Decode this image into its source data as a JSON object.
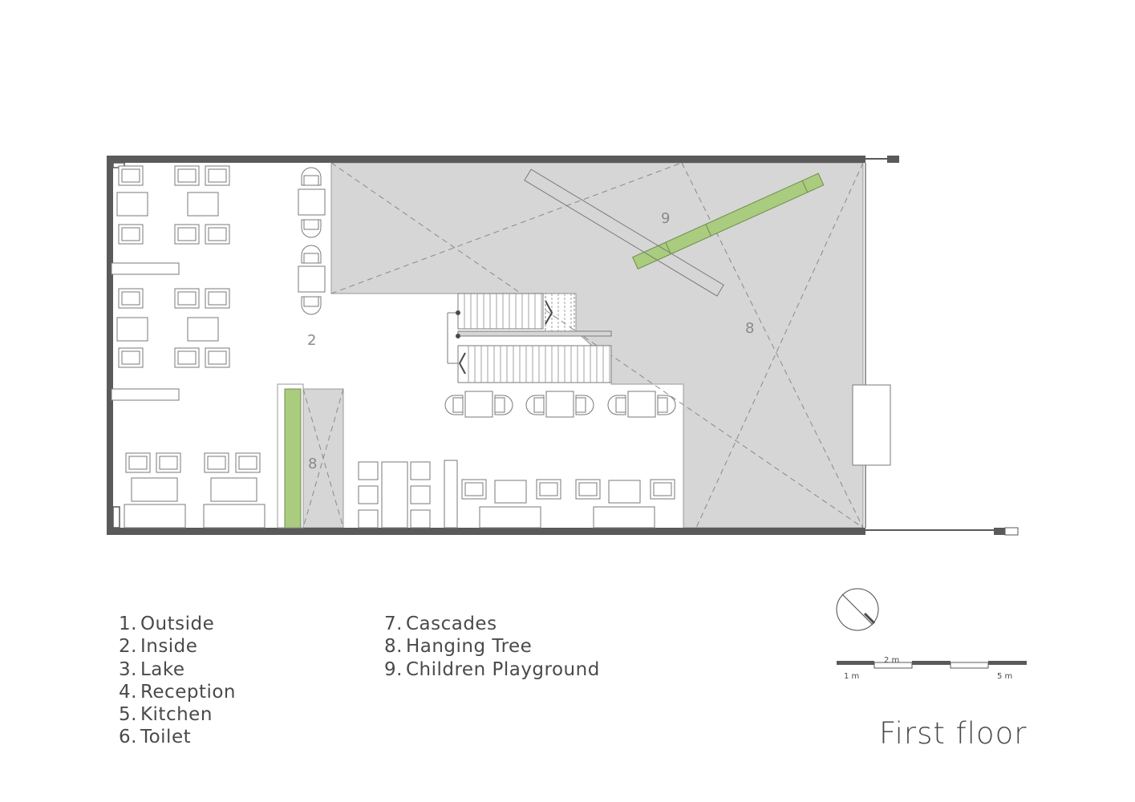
{
  "legend": {
    "column_1": [
      {
        "num": "1.",
        "label": "Outside"
      },
      {
        "num": "2.",
        "label": "Inside"
      },
      {
        "num": "3.",
        "label": "Lake"
      },
      {
        "num": "4.",
        "label": "Reception"
      },
      {
        "num": "5.",
        "label": "Kitchen"
      },
      {
        "num": "6.",
        "label": "Toilet"
      }
    ],
    "column_2": [
      {
        "num": "7.",
        "label": "Cascades"
      },
      {
        "num": "8.",
        "label": "Hanging Tree"
      },
      {
        "num": "9.",
        "label": "Children Playground"
      }
    ]
  },
  "plan_labels": {
    "inside": "2",
    "hanging_tree_main": "8",
    "hanging_tree_small": "8",
    "playground": "9"
  },
  "scale_bar": {
    "label_left": "1 m",
    "label_mid": "2 m",
    "label_right": "5 m"
  },
  "title": "First floor",
  "colors": {
    "wall": "#5a5a5a",
    "void_fill": "#d6d6d6",
    "green": "#a9cc7e",
    "furniture_stroke": "#7a7a7a"
  }
}
